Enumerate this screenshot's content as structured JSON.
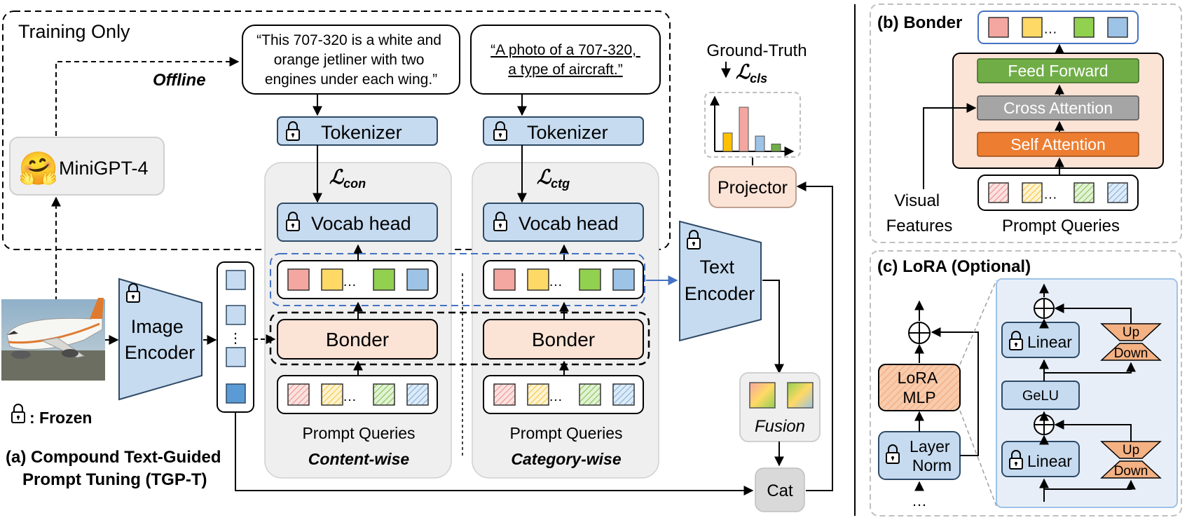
{
  "colors": {
    "blue_fill": "#c6dbf0",
    "blue_stroke": "#4a6a8a",
    "peach_fill": "#fbe3d6",
    "gray_panel": "#efefef",
    "orange": "#ed7d31",
    "green": "#70ad47",
    "gray_block": "#a5a5a5",
    "token_red": "#f4a6a0",
    "token_yellow": "#ffd966",
    "token_green": "#92d050",
    "token_blue": "#9dc3e6",
    "dashed_blue": "#4472c4"
  },
  "panel_a": {
    "training_only": "Training Only",
    "offline": "Offline",
    "minigpt_label": "MiniGPT-4",
    "emoji": "🤗",
    "caption_content": [
      "“This 707-320 is a white and",
      "orange jetliner with two",
      "engines under each wing.”"
    ],
    "caption_category": [
      "“A photo of a 707-320,",
      "a type of aircraft.”"
    ],
    "tokenizer": "Tokenizer",
    "vocab_head": "Vocab head",
    "loss_con": "ℒ",
    "loss_con_sub": "con",
    "loss_ctg": "ℒ",
    "loss_ctg_sub": "ctg",
    "bonder": "Bonder",
    "prompt_queries": "Prompt Queries",
    "content_wise": "Content-wise",
    "category_wise": "Category-wise",
    "image_encoder": [
      "Image",
      "Encoder"
    ],
    "text_encoder": [
      "Text",
      "Encoder"
    ],
    "ground_truth": "Ground-Truth",
    "loss_cls": "ℒ",
    "loss_cls_sub": "cls",
    "projector": "Projector",
    "fusion": "Fusion",
    "cat": "Cat",
    "ellipsis": "…",
    "vdots": "⋮",
    "frozen_legend": ": Frozen",
    "title_line1": "(a) Compound Text-Guided",
    "title_line2": "Prompt Tuning (TGP-T)",
    "bar_values": [
      0.3,
      0.72,
      0.25,
      0.12
    ]
  },
  "panel_b": {
    "title": "(b) Bonder",
    "feed_forward": "Feed Forward",
    "cross_attention": "Cross Attention",
    "self_attention": "Self Attention",
    "visual_features": [
      "Visual",
      "Features"
    ],
    "prompt_queries": "Prompt Queries",
    "ellipsis": "…"
  },
  "panel_c": {
    "title": "(c) LoRA (Optional)",
    "lora_mlp": [
      "LoRA",
      "MLP"
    ],
    "layer_norm": [
      "Layer",
      "Norm"
    ],
    "linear": "Linear",
    "gelu": "GeLU",
    "up": "Up",
    "down": "Down",
    "ellipsis": "…"
  }
}
